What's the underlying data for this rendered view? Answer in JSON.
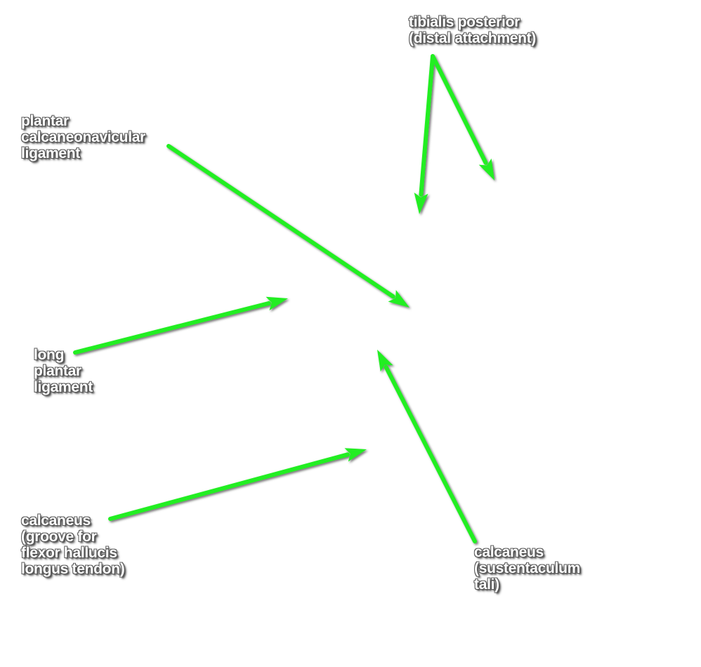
{
  "arrow_color": "#22ee22",
  "labels": {
    "tibialis_posterior": [
      "tibialis posterior",
      "(distal attachment)"
    ],
    "plantar_calcaneonavicular": [
      "plantar",
      "calcaneonavicular",
      "ligament"
    ],
    "long_plantar": [
      "long",
      "plantar",
      "ligament"
    ],
    "calcaneus_groove": [
      "calcaneus",
      "(groove for",
      "flexor hallucis",
      "longus tendon)"
    ],
    "calcaneus_sustentaculum": [
      "calcaneus",
      "(sustentaculum",
      "tali)"
    ]
  }
}
